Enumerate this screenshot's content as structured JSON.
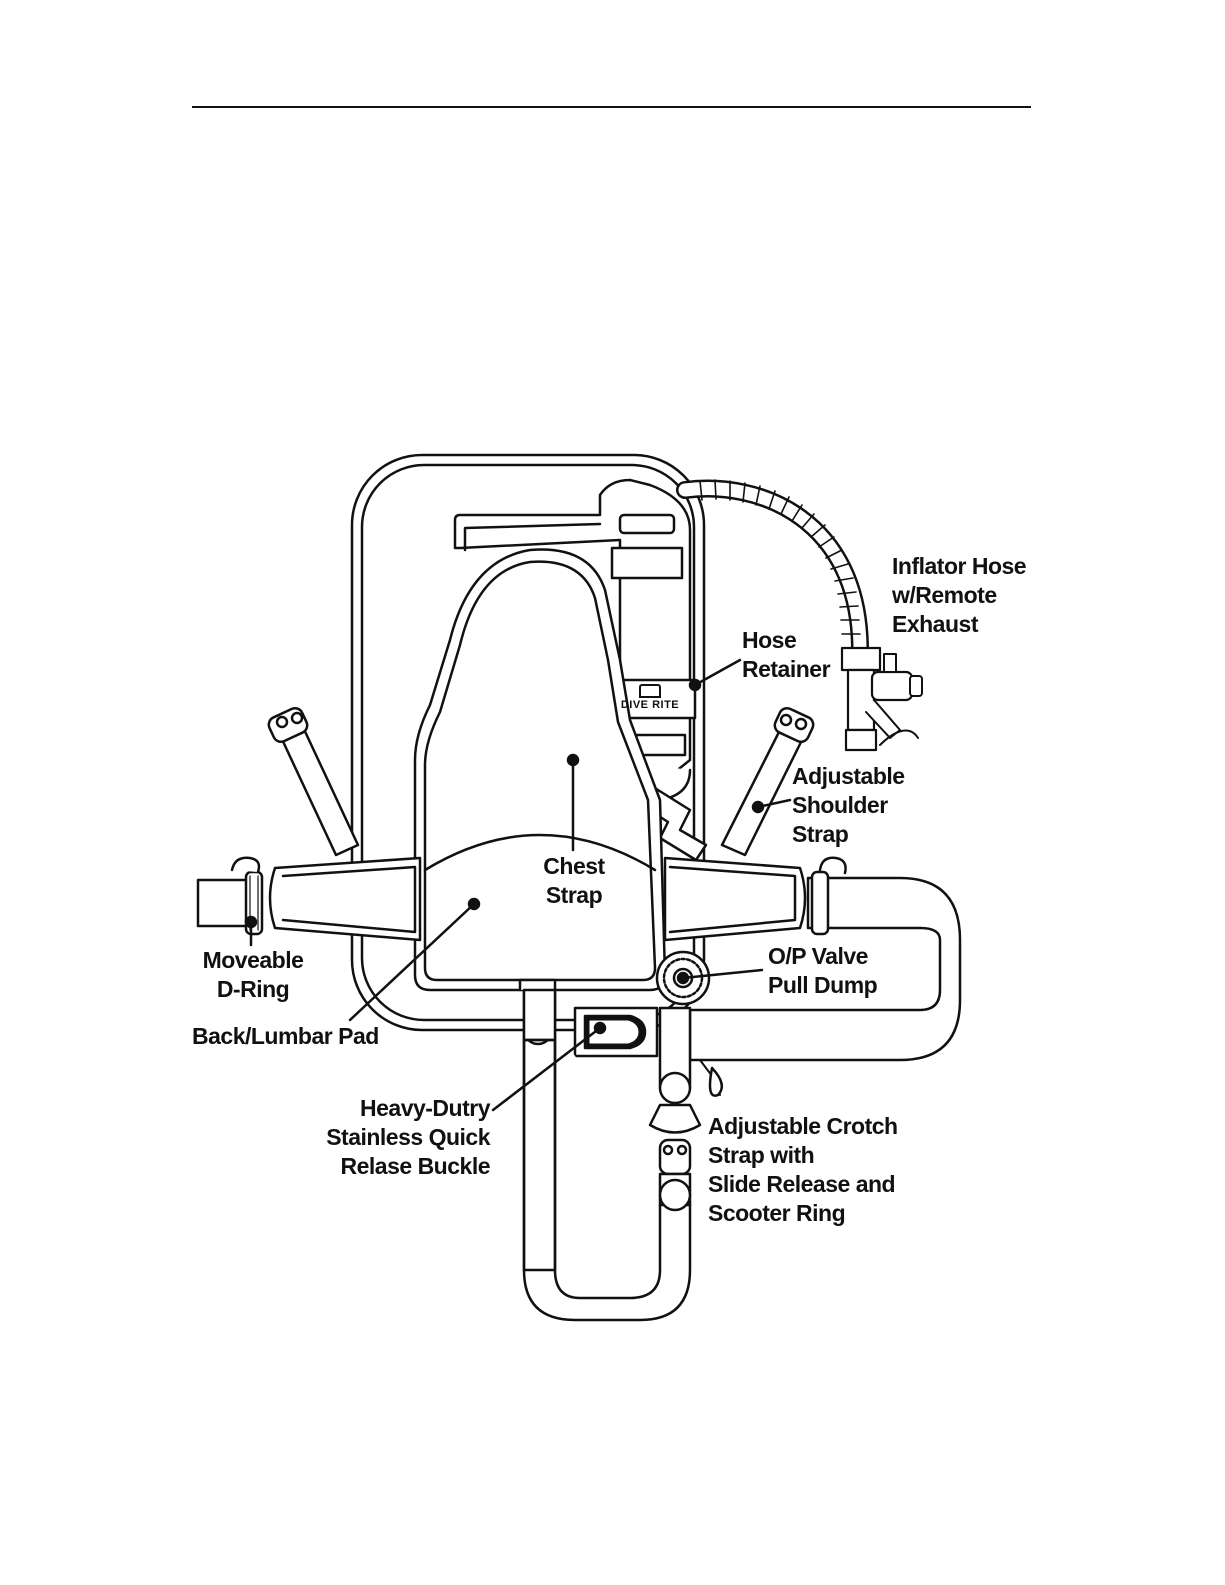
{
  "labels": {
    "inflator": "Inflator Hose\nw/Remote\nExhaust",
    "hose_retainer": "Hose\nRetainer",
    "shoulder_strap": "Adjustable\nShoulder\nStrap",
    "chest_strap": "Chest\nStrap",
    "d_ring": "Moveable\nD-Ring",
    "back_pad": "Back/Lumbar Pad",
    "op_valve": "O/P Valve\nPull Dump",
    "buckle": "Heavy-Dutry\nStainless Quick\nRelase Buckle",
    "crotch_strap": "Adjustable Crotch\nStrap with\nSlide Release and\nScooter Ring"
  },
  "logo": {
    "text": "DIVE RITE"
  },
  "colors": {
    "line": "#111111",
    "fill": "#ffffff"
  }
}
